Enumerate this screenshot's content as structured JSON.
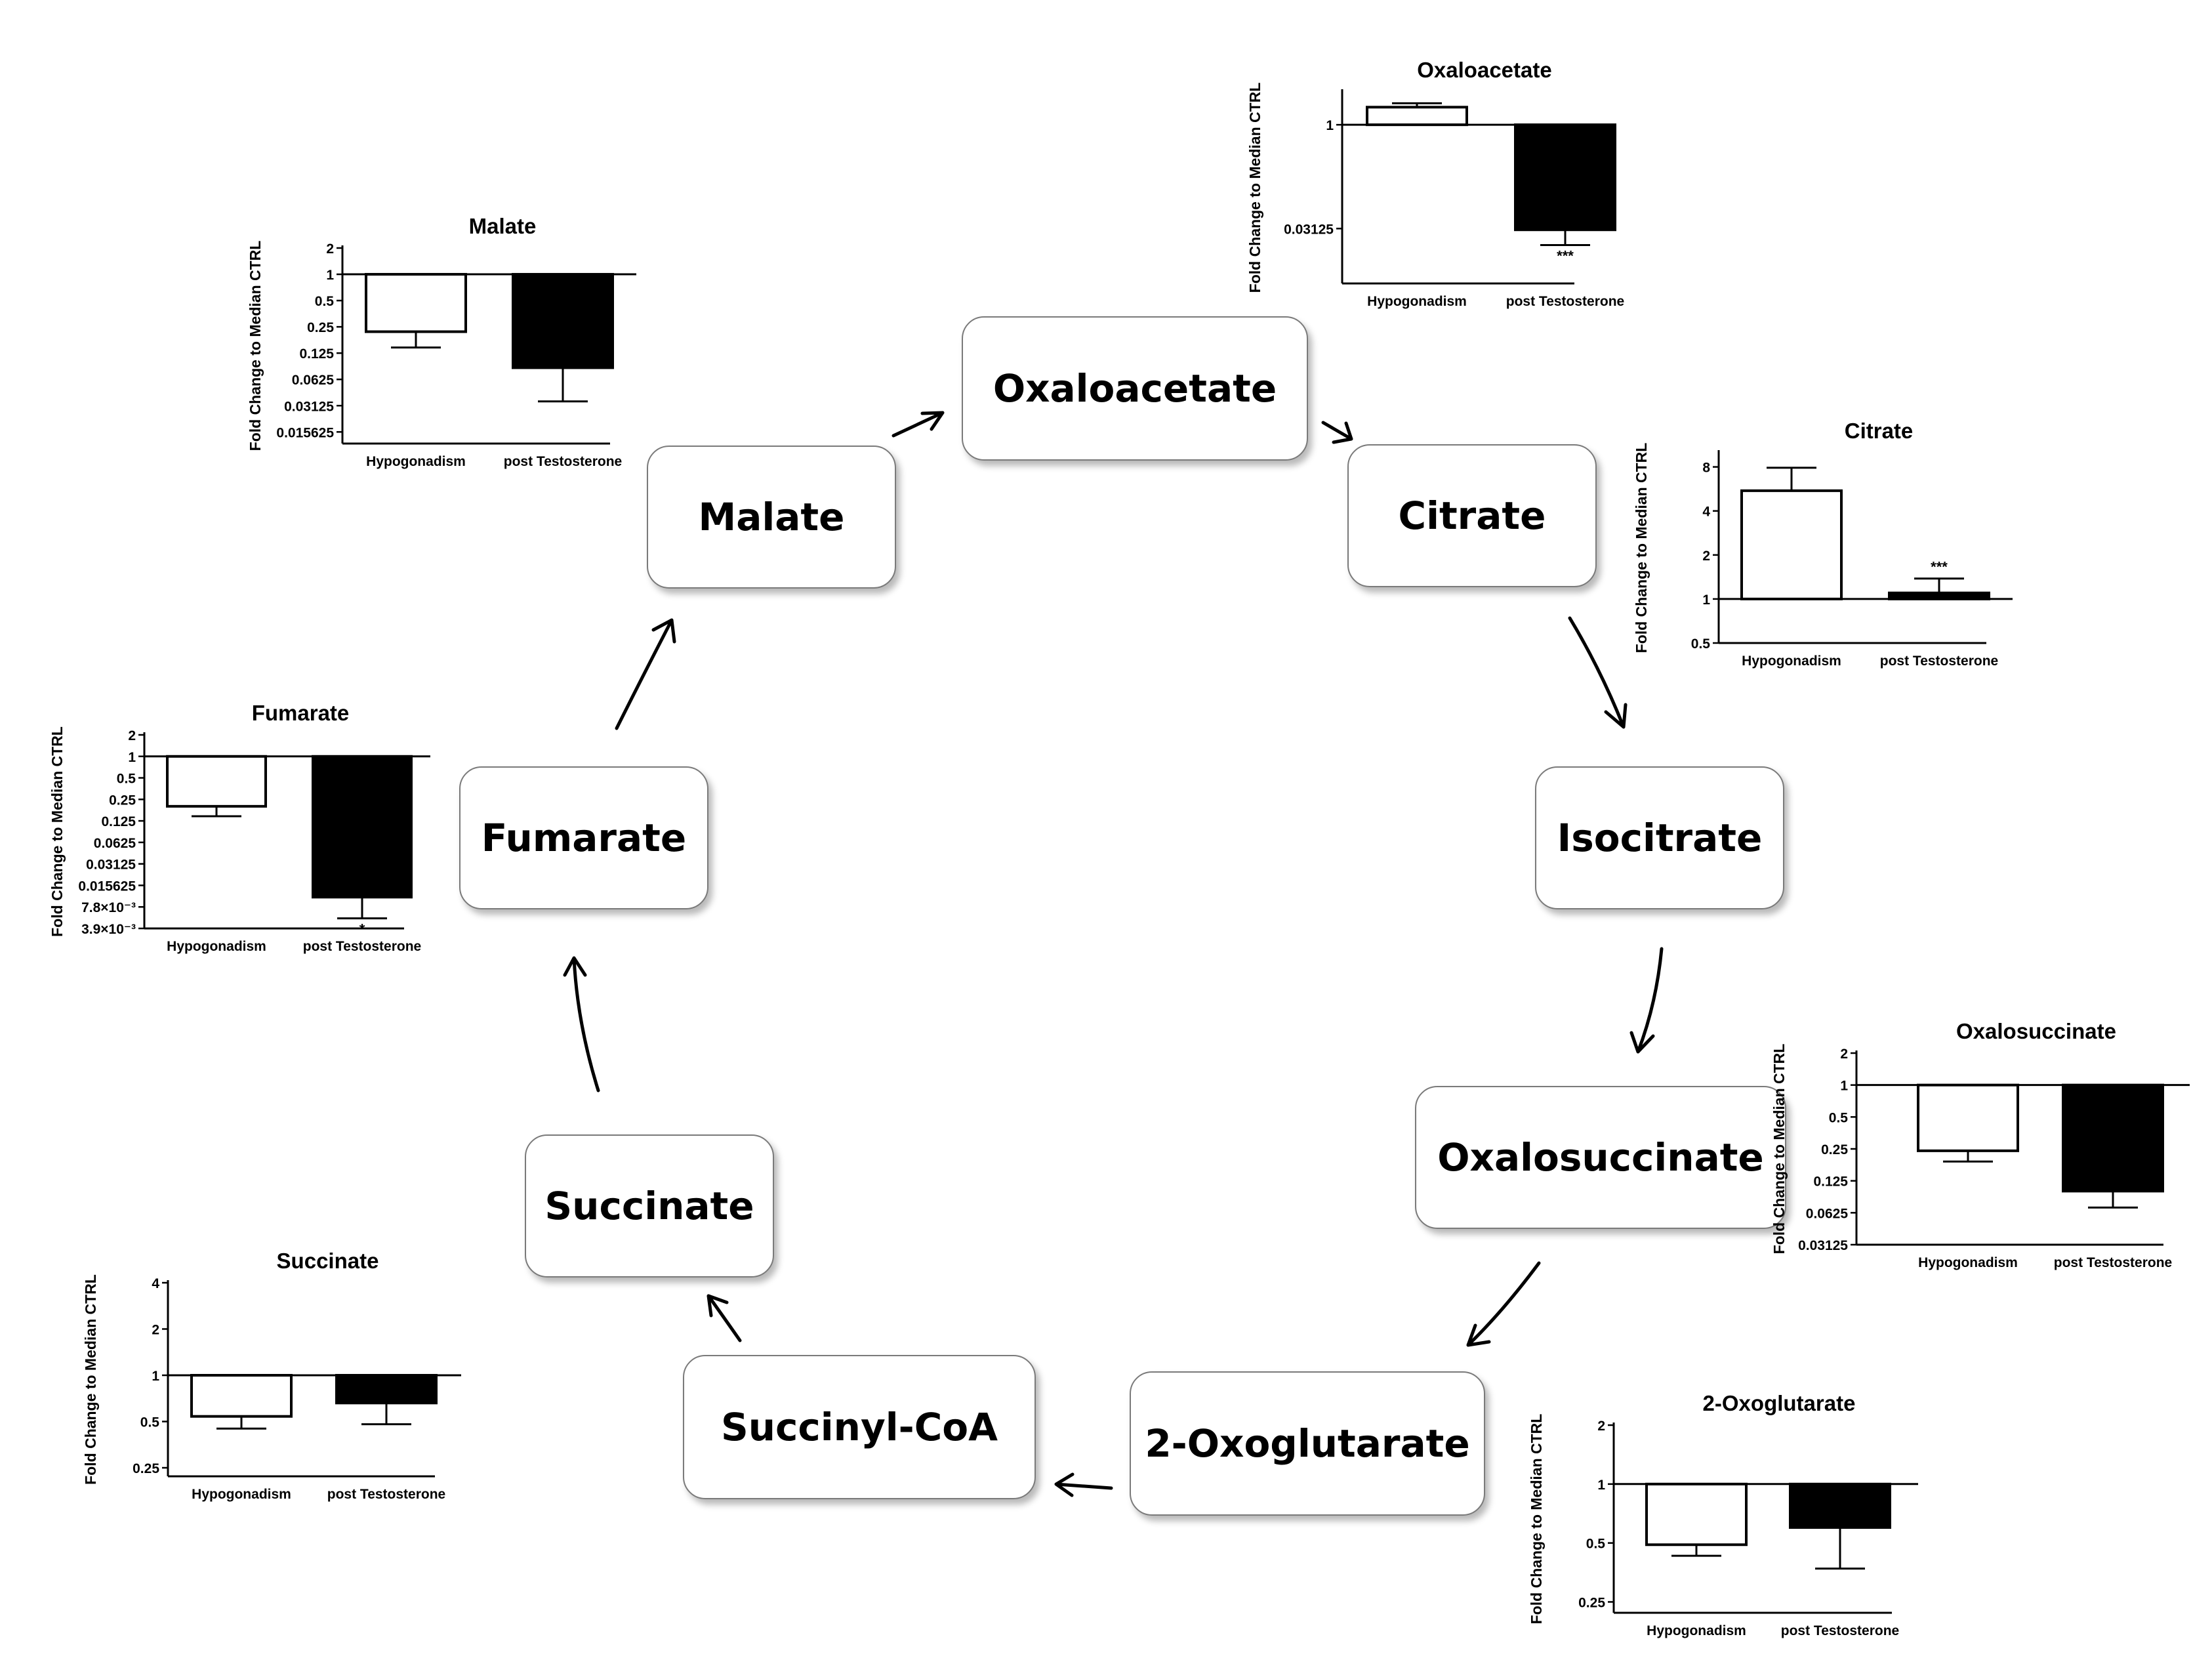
{
  "nodes": {
    "oxaloacetate": "Oxaloacetate",
    "citrate": "Citrate",
    "isocitrate": "Isocitrate",
    "oxalosuccinate": "Oxalosuccinate",
    "oxoglutarate": "2-Oxoglutarate",
    "succinyl_coa": "Succinyl-CoA",
    "succinate": "Succinate",
    "fumarate": "Fumarate",
    "malate": "Malate"
  },
  "chart_data": [
    {
      "id": "oxaloacetate",
      "type": "bar",
      "title": "Oxaloacetate",
      "ylabel": "Fold Change to Median CTRL",
      "scale": "log2",
      "categories": [
        "Hypogonadism",
        "post Testosterone"
      ],
      "values": [
        1.8,
        0.03
      ],
      "error_bars": [
        0.25,
        0.012
      ],
      "significance": [
        "",
        "***"
      ],
      "bar_fill": [
        "#ffffff",
        "#000000"
      ],
      "ylim": [
        0.005,
        3.0
      ],
      "yticks": [
        1,
        0.03125
      ],
      "ytick_labels": [
        "1",
        "0.03125"
      ]
    },
    {
      "id": "citrate",
      "type": "bar",
      "title": "Citrate",
      "ylabel": "Fold Change to Median CTRL",
      "scale": "log2",
      "categories": [
        "Hypogonadism",
        "post Testosterone"
      ],
      "values": [
        5.5,
        1.1
      ],
      "error_bars": [
        2.4,
        0.28
      ],
      "significance": [
        "",
        "***"
      ],
      "bar_fill": [
        "#ffffff",
        "#000000"
      ],
      "ylim": [
        0.5,
        10
      ],
      "yticks": [
        8,
        4,
        2,
        1,
        0.5
      ],
      "ytick_labels": [
        "8",
        "4",
        "2",
        "1",
        "0.5"
      ]
    },
    {
      "id": "oxalosuccinate",
      "type": "bar",
      "title": "Oxalosuccinate",
      "ylabel": "Fold Change to Median CTRL",
      "scale": "log2",
      "categories": [
        "Hypogonadism",
        "post Testosterone"
      ],
      "values": [
        0.24,
        0.1
      ],
      "error_bars": [
        0.05,
        0.03
      ],
      "significance": [
        "",
        ""
      ],
      "bar_fill": [
        "#ffffff",
        "#000000"
      ],
      "ylim": [
        0.03125,
        2
      ],
      "yticks": [
        2,
        1,
        0.5,
        0.25,
        0.125,
        0.0625,
        0.03125
      ],
      "ytick_labels": [
        "2",
        "1",
        "0.5",
        "0.25",
        "0.125",
        "0.0625",
        "0.03125"
      ]
    },
    {
      "id": "oxoglutarate",
      "type": "bar",
      "title": "2-Oxoglutarate",
      "ylabel": "Fold Change to Median CTRL",
      "scale": "log2",
      "categories": [
        "Hypogonadism",
        "post Testosterone"
      ],
      "values": [
        0.49,
        0.6
      ],
      "error_bars": [
        0.06,
        0.23
      ],
      "significance": [
        "",
        ""
      ],
      "bar_fill": [
        "#ffffff",
        "#000000"
      ],
      "ylim": [
        0.22,
        2
      ],
      "yticks": [
        2,
        1,
        0.5,
        0.25
      ],
      "ytick_labels": [
        "2",
        "1",
        "0.5",
        "0.25"
      ]
    },
    {
      "id": "succinate",
      "type": "bar",
      "title": "Succinate",
      "ylabel": "Fold Change to Median CTRL",
      "scale": "log2",
      "categories": [
        "Hypogonadism",
        "post Testosterone"
      ],
      "values": [
        0.54,
        0.66
      ],
      "error_bars": [
        0.09,
        0.18
      ],
      "significance": [
        "",
        ""
      ],
      "bar_fill": [
        "#ffffff",
        "#000000"
      ],
      "ylim": [
        0.22,
        4
      ],
      "yticks": [
        4,
        2,
        1,
        0.5,
        0.25
      ],
      "ytick_labels": [
        "4",
        "2",
        "1",
        "0.5",
        "0.25"
      ]
    },
    {
      "id": "fumarate",
      "type": "bar",
      "title": "Fumarate",
      "ylabel": "Fold Change to Median CTRL",
      "scale": "log2",
      "categories": [
        "Hypogonadism",
        "post Testosterone"
      ],
      "values": [
        0.2,
        0.0107
      ],
      "error_bars": [
        0.055,
        0.0053
      ],
      "significance": [
        "",
        "*"
      ],
      "bar_fill": [
        "#ffffff",
        "#000000"
      ],
      "ylim": [
        0.0039,
        2
      ],
      "yticks": [
        2,
        1,
        0.5,
        0.25,
        0.125,
        0.0625,
        0.03125,
        0.015625,
        0.0078,
        0.0039
      ],
      "ytick_labels": [
        "2",
        "1",
        "0.5",
        "0.25",
        "0.125",
        "0.0625",
        "0.03125",
        "0.015625",
        "7.8×10⁻³",
        "3.9×10⁻³"
      ]
    },
    {
      "id": "malate",
      "type": "bar",
      "title": "Malate",
      "ylabel": "Fold Change to Median CTRL",
      "scale": "log2",
      "categories": [
        "Hypogonadism",
        "post Testosterone"
      ],
      "values": [
        0.22,
        0.085
      ],
      "error_bars": [
        0.075,
        0.05
      ],
      "significance": [
        "",
        ""
      ],
      "bar_fill": [
        "#ffffff",
        "#000000"
      ],
      "ylim": [
        0.0115,
        2
      ],
      "yticks": [
        2,
        1,
        0.5,
        0.25,
        0.125,
        0.0625,
        0.03125,
        0.015625
      ],
      "ytick_labels": [
        "2",
        "1",
        "0.5",
        "0.25",
        "0.125",
        "0.0625",
        "0.03125",
        "0.015625"
      ]
    }
  ]
}
